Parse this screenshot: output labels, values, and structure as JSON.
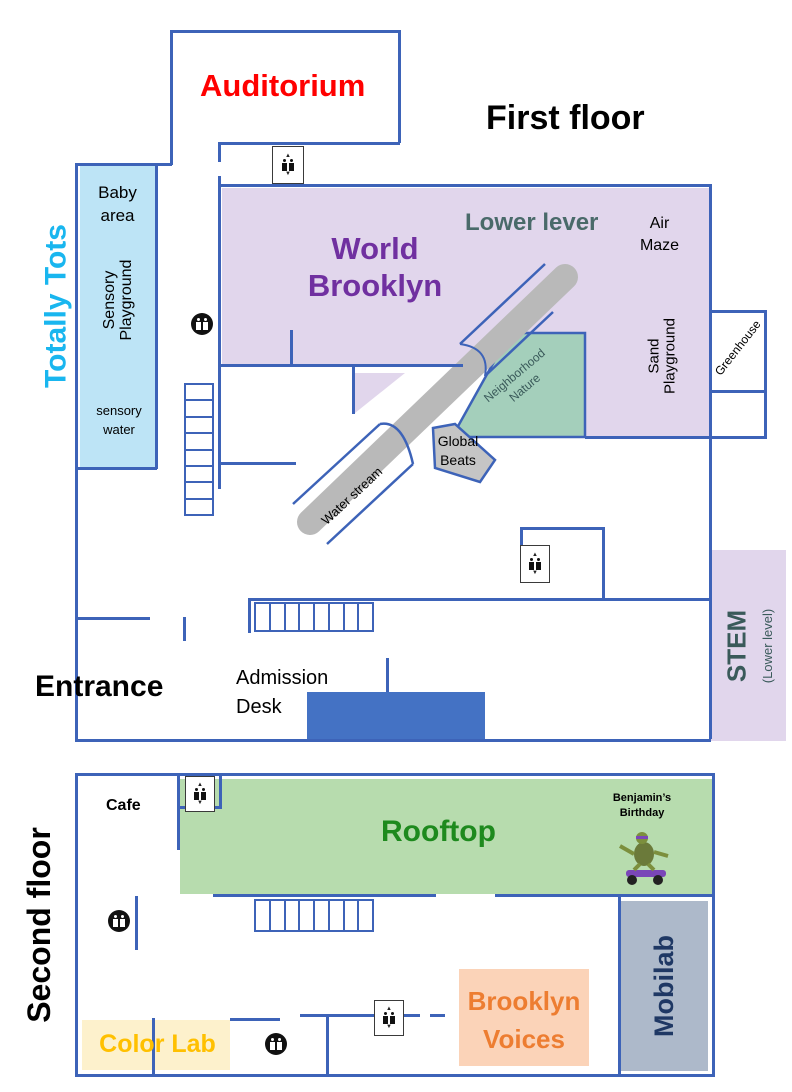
{
  "first_floor": {
    "title": "First floor",
    "auditorium": "Auditorium",
    "totally_tots": "Totally Tots",
    "baby_area": "Baby area",
    "sensory_playground": "Sensory Playground",
    "sensory_water": "sensory water",
    "world_brooklyn": "World Brooklyn",
    "lower_level": "Lower lever",
    "air_maze": "Air Maze",
    "sand_playground": "Sand Playground",
    "greenhouse": "Greenhouse",
    "neighborhood_nature": "Neighborhood Nature",
    "global_beats": "Global Beats",
    "water_stream": "Water stream",
    "stem": "STEM",
    "stem_sub": "(Lower level)",
    "entrance": "Entrance",
    "admission_desk": "Admission Desk"
  },
  "second_floor": {
    "title": "Second floor",
    "cafe": "Cafe",
    "rooftop": "Rooftop",
    "birthday": "Benjamin’s Birthday",
    "mobilab": "Mobilab",
    "brooklyn_voices": "Brooklyn Voices",
    "color_lab": "Color Lab"
  },
  "colors": {
    "walls": "#3d63b8",
    "auditorium": "#ff0000",
    "totally_tots_text": "#19b6ef",
    "totally_tots_fill": "#bde4f6",
    "world_brooklyn_fill": "#e1d6ec",
    "world_brooklyn_text": "#7030a0",
    "lower_level_text": "#4a6a6a",
    "neighborhood_nature_fill": "#a4cfbb",
    "stream": "#b9b9b9",
    "stem_fill": "#e1d6ec",
    "stem_text": "#3a5a5a",
    "admission_desk": "#4472c4",
    "rooftop_fill": "#b7dcae",
    "rooftop_text": "#1e8a1e",
    "mobilab_fill": "#adb9ca",
    "mobilab_text": "#1f3864",
    "brooklyn_voices_fill": "#fbd3b8",
    "brooklyn_voices_text": "#ed7d31",
    "color_lab_fill": "#fdf1cc",
    "color_lab_text": "#ffc000"
  },
  "icons": [
    "elevator-icon",
    "restroom-icon",
    "stairs-icon",
    "ninja-turtle-skateboard-icon"
  ]
}
